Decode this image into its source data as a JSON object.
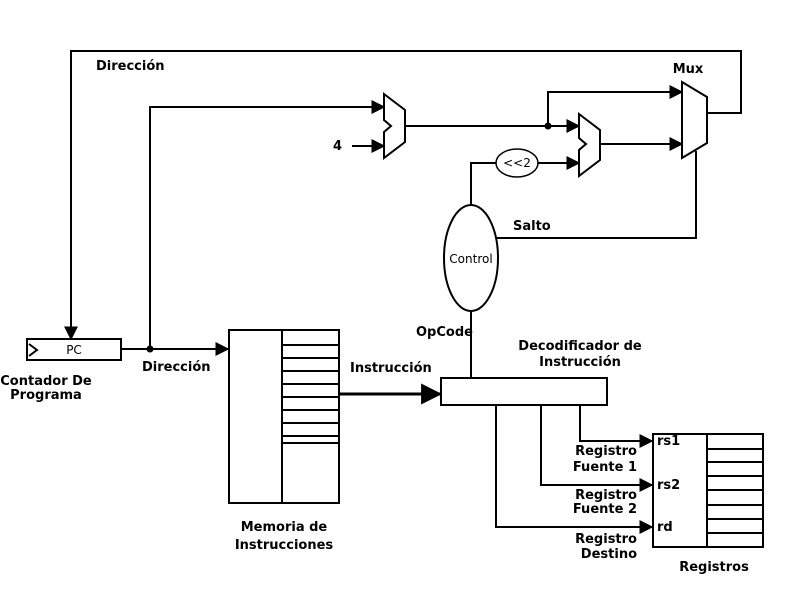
{
  "labels": {
    "direccion_top": "Dirección",
    "mux": "Mux",
    "four": "4",
    "shift": "<<2",
    "salto": "Salto",
    "control": "Control",
    "opcode": "OpCode",
    "pc": "PC",
    "contador_line1": "Contador De",
    "contador_line2": "Programa",
    "direccion_bottom": "Dirección",
    "instruccion": "Instrucción",
    "decodificador_line1": "Decodificador de",
    "decodificador_line2": "Instrucción",
    "memoria_line1": "Memoria de",
    "memoria_line2": "Instrucciones",
    "rs1": "rs1",
    "rs2": "rs2",
    "rd": "rd",
    "registro_fuente1_line1": "Registro",
    "registro_fuente1_line2": "Fuente 1",
    "registro_fuente2_line1": "Registro",
    "registro_fuente2_line2": "Fuente 2",
    "registro_destino_line1": "Registro",
    "registro_destino_line2": "Destino",
    "registros": "Registros"
  }
}
